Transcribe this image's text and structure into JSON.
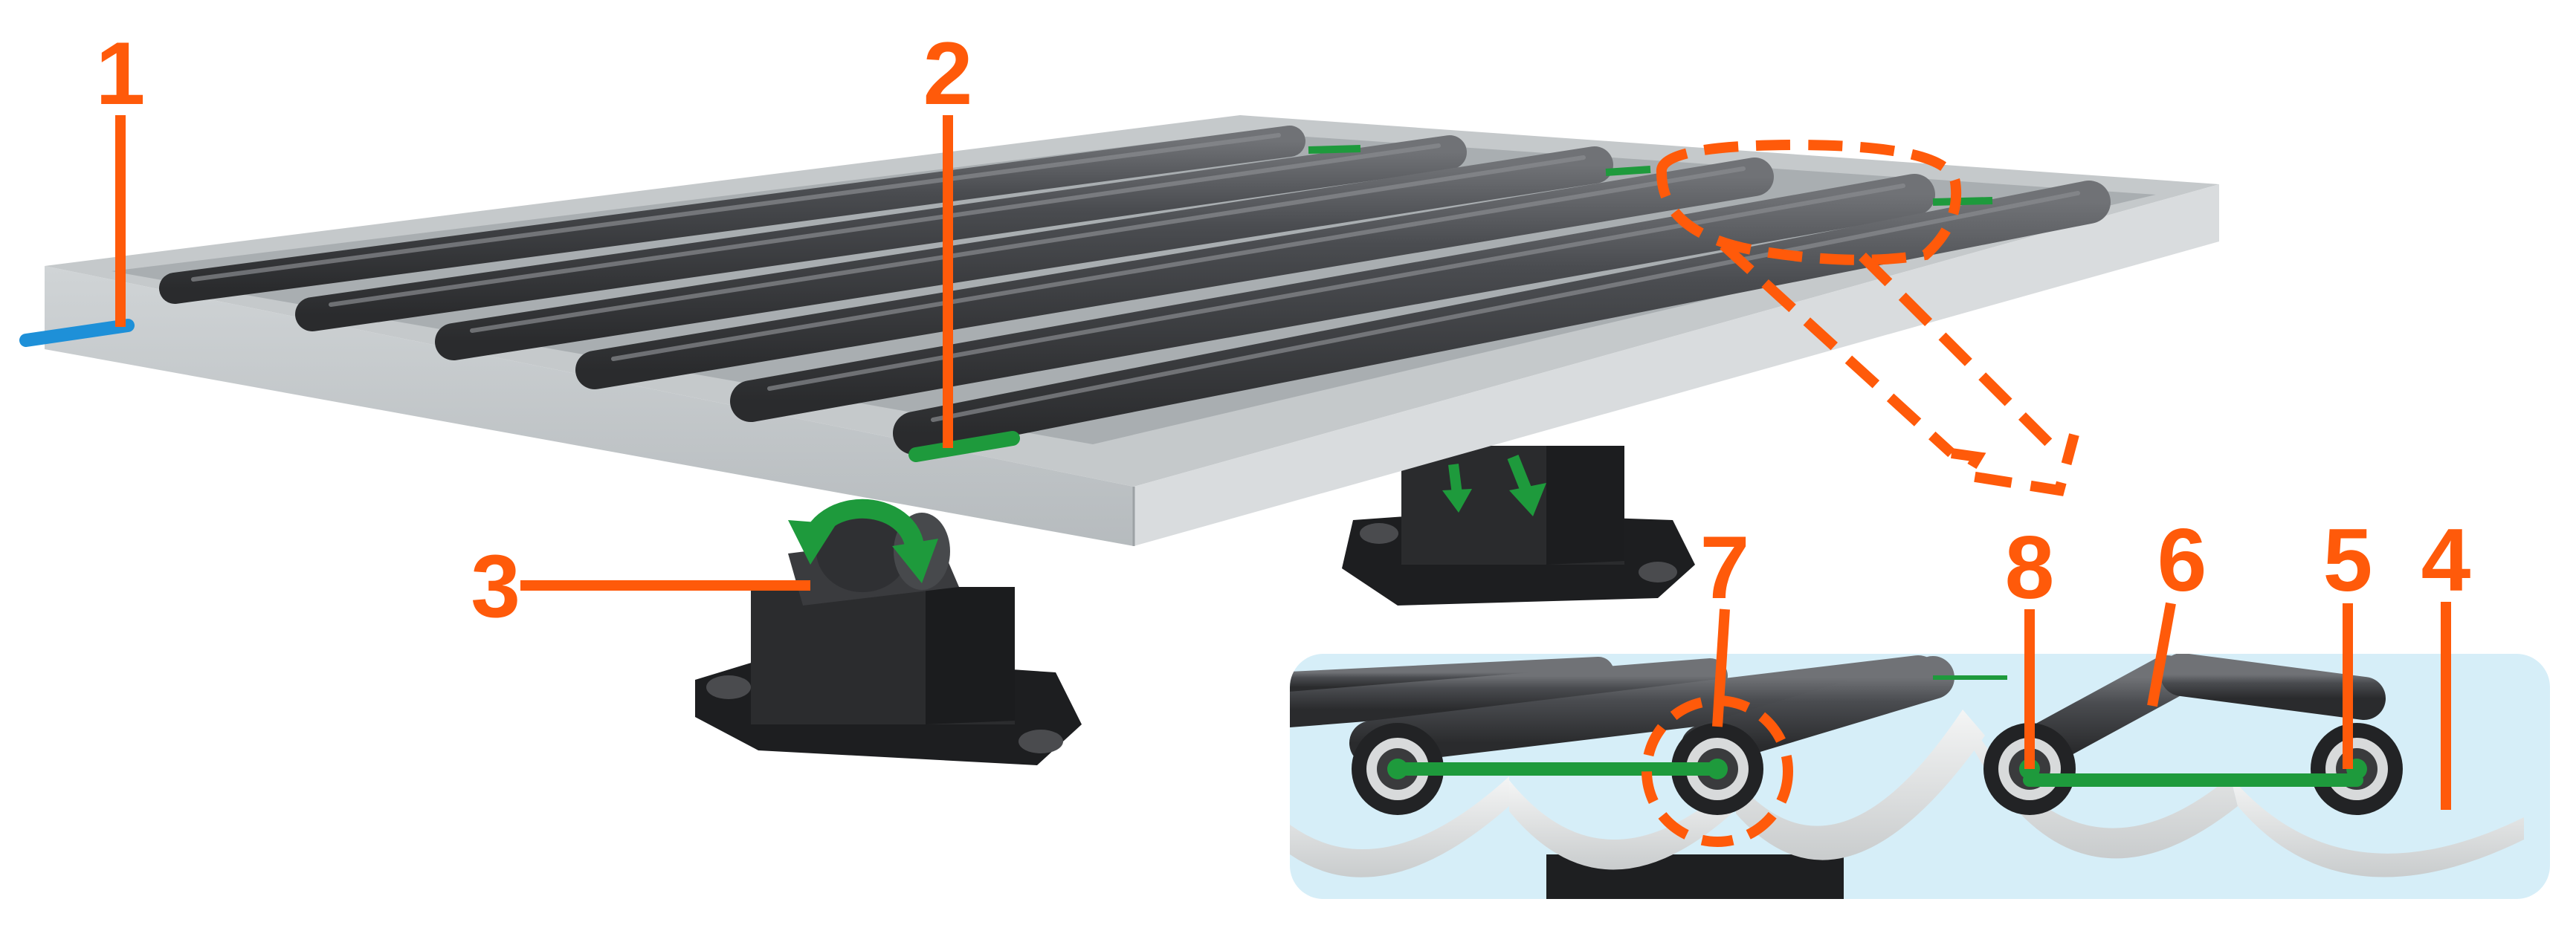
{
  "colors": {
    "callout": "#ff5a0a",
    "frame": "#c8ccce",
    "frame_dark": "#9fa4a7",
    "tube": "#3a3b3d",
    "tube_light": "#6a6c70",
    "pipe_inlet": "#1e90d8",
    "pipe_outlet": "#1e9a3c",
    "mount": "#222325",
    "inset_bg": "#d6eef8",
    "reflector": "#dfe1e2"
  },
  "callouts": {
    "c1": "1",
    "c2": "2",
    "c3": "3",
    "c4": "4",
    "c5": "5",
    "c6": "6",
    "c7": "7",
    "c8": "8"
  },
  "icons": {
    "rotation": "rotation-arrow-icon",
    "tilt": "tilt-arrow-icon"
  }
}
